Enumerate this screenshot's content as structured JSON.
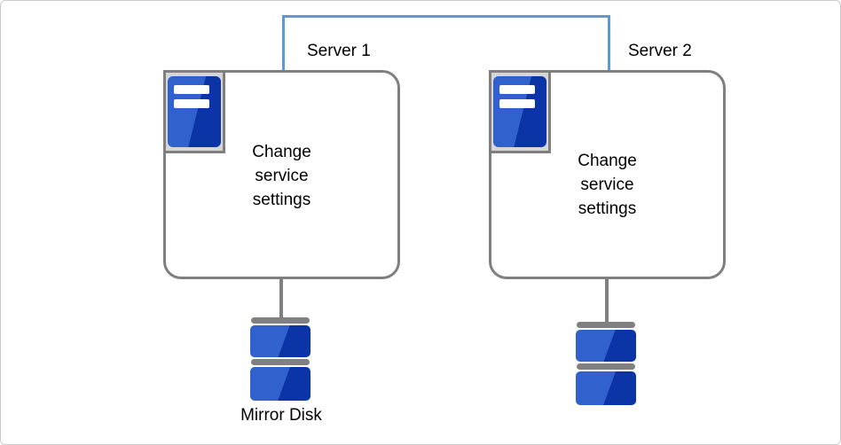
{
  "canvas": {
    "background": "#ffffff",
    "border_color": "#cbcbcb"
  },
  "colors": {
    "interconnect_blue": "#5B9BD5",
    "outline_gray": "#7f7f7f",
    "connector_gray": "#808080",
    "icon_frame_gray": "#d6d6d6",
    "icon_blue_light": "#3161cd",
    "icon_blue_dark": "#0b35a6",
    "text": "#000000"
  },
  "servers": [
    {
      "label": "Server 1",
      "box_text": "Change\nservice\nsettings"
    },
    {
      "label": "Server 2",
      "box_text": "Change\nservice\nsettings"
    }
  ],
  "disks": {
    "label": "Mirror Disk"
  }
}
